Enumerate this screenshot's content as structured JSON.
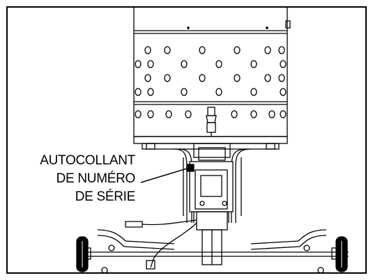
{
  "callout": {
    "line1": "AUTOCOLLANT",
    "line2": "DE NUMÉRO",
    "line3": "DE SÉRIE"
  },
  "colors": {
    "line": "#000000",
    "background": "#ffffff"
  }
}
